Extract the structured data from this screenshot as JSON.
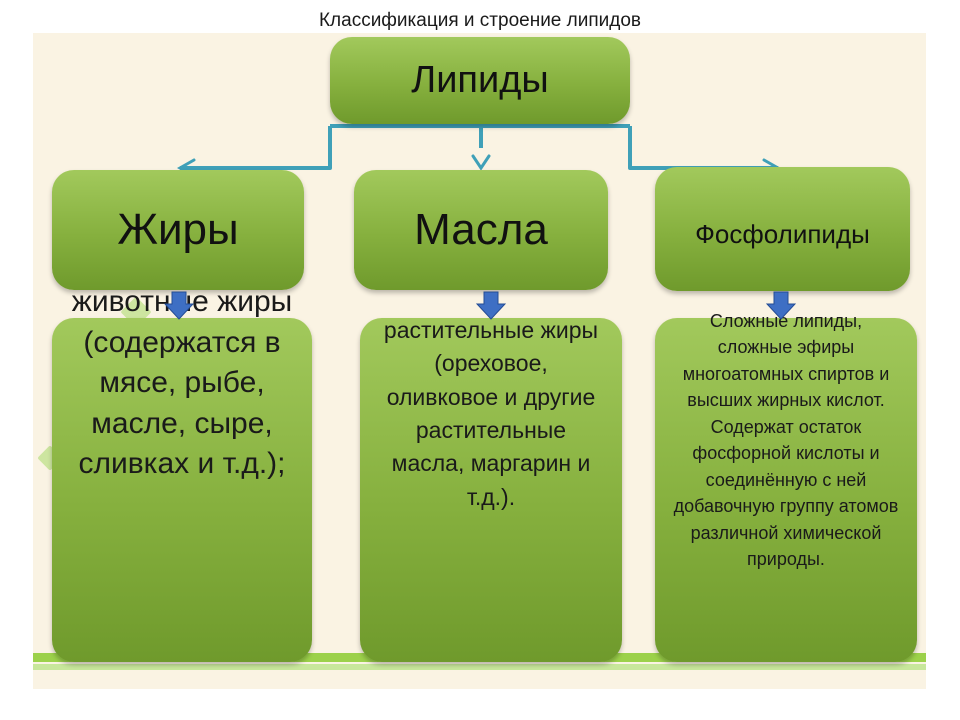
{
  "page_title": "Классификация и строение липидов",
  "root": {
    "label": "Липиды"
  },
  "categories": [
    {
      "label": "Жиры",
      "description": "животные жиры (содержатся в мясе, рыбе, масле, сыре, сливках и т.д.);"
    },
    {
      "label": "Масла",
      "description": "растительные жиры (ореховое, оливковое и другие растительные масла, маргарин и т.д.)."
    },
    {
      "label": "Фосфолипиды",
      "description": "Сложные липиды, сложные эфиры многоатомных спиртов и высших жирных кислот. Содержат остаток фосфорной кислоты и соединённую с ней добавочную группу атомов различной химической природы."
    }
  ],
  "colors": {
    "box_green": "#86b03e",
    "connector": "#3fa0b8",
    "arrow_blue": "#3e6fc4",
    "stripe": "#9cd14a"
  }
}
